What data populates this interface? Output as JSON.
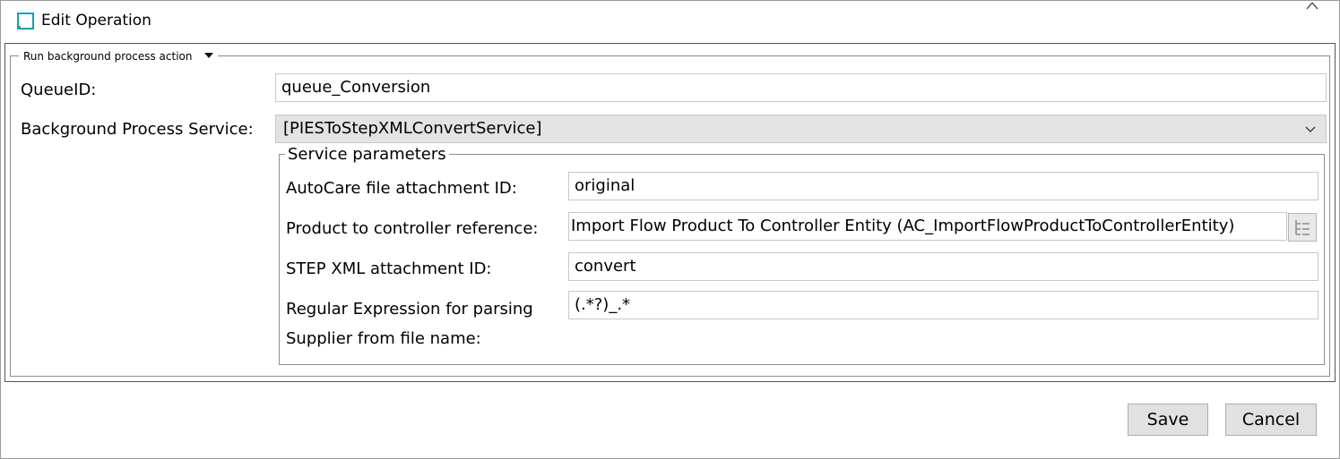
{
  "window": {
    "title": "Edit Operation"
  },
  "action_group": {
    "label": "Run background process action"
  },
  "queue": {
    "label": "QueueID:",
    "value": "queue_Conversion"
  },
  "service": {
    "label": "Background Process Service:",
    "value": "[PIESToStepXMLConvertService]"
  },
  "service_parameters": {
    "label": "Service parameters",
    "autocare_label": "AutoCare file attachment ID:",
    "autocare_value": "original",
    "product_ref_label": "Product to controller reference:",
    "product_ref_value": "Import Flow Product To Controller Entity (AC_ImportFlowProductToControllerEntity)",
    "stepxml_label": "STEP XML attachment ID:",
    "stepxml_value": "convert",
    "regex_label_line1": "Regular Expression for parsing",
    "regex_label_line2": "Supplier from file name:",
    "regex_value": "(.*?)_.*"
  },
  "buttons": {
    "save": "Save",
    "cancel": "Cancel"
  },
  "icons": {
    "title": "window-icon",
    "close": "close-icon",
    "dropdown": "chevron-down-icon",
    "reference": "tree-browse-icon",
    "legend_menu": "caret-down-icon"
  },
  "colors": {
    "accent": "#1aa0b0",
    "combo_bg": "#e3e3e3",
    "button_bg": "#e1e1e1"
  }
}
